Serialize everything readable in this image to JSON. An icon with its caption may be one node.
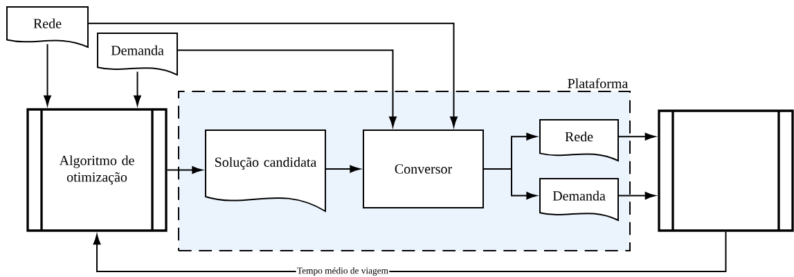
{
  "diagram": {
    "nodes": [
      {
        "text": [
          "Rede"
        ]
      },
      {
        "text": [
          "Demanda"
        ]
      },
      {
        "text": [
          "Algoritmo de otimização"
        ]
      },
      {
        "text": [
          "Plataforma"
        ]
      },
      {
        "text": [
          "Solução candidata"
        ],
        "in": 3
      },
      {
        "text": [
          "Conversor"
        ],
        "in": 3
      },
      {
        "text": [
          "Rede"
        ],
        "in": 3
      },
      {
        "text": [
          "Demanda"
        ],
        "in": 3
      },
      {
        "text": [],
        "shape": "box"
      }
    ],
    "edges": [
      {
        "from": 0,
        "to": 2,
        "arrow": "to"
      },
      {
        "from": 1,
        "to": 2,
        "arrow": "to"
      },
      {
        "from": 0,
        "to": 5,
        "arrow": "to"
      },
      {
        "from": 1,
        "to": 5,
        "arrow": "to"
      },
      {
        "from": 2,
        "to": 4,
        "arrow": "to"
      },
      {
        "from": 4,
        "to": 5,
        "arrow": "to"
      },
      {
        "from": 5,
        "to": 6,
        "arrow": "to"
      },
      {
        "from": 5,
        "to": 7,
        "arrow": "to"
      },
      {
        "from": 6,
        "to": 8,
        "arrow": "to"
      },
      {
        "from": 7,
        "to": 8,
        "arrow": "to"
      },
      {
        "from": 8,
        "to": 2,
        "arrow": "to",
        "label": "Tempo médio de viagem"
      }
    ]
  }
}
